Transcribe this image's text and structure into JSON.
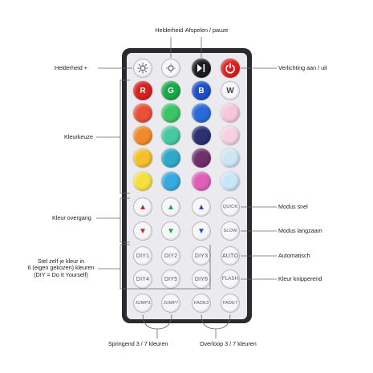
{
  "annotations": {
    "helderheid_min": "Helderheid -",
    "afspelen_pauze": "Afspelen / pauze",
    "helderheid_plus": "Helderheid +",
    "verlichting": "Verlichting aan / uit",
    "kleurkeuze": "Kleurkeuze",
    "kleur_overgang": "Kleur overgang",
    "modus_snel": "Modus snel",
    "modus_langzaam": "Modus langzaam",
    "automatisch": "Automatisch",
    "stel_zelf": "Stel zelf je kleur in\n6 (eigen gekozen) kleuren\n(DIY = Do It Yourself)",
    "kleur_knipperend": "Kleur knipperend",
    "springend": "Springend 3 / 7 kleuren",
    "overloop": "Overloop 3 / 7 kleuren"
  },
  "remote": {
    "top_row": [
      {
        "name": "brightness-up-icon",
        "color": "#f4f4f6"
      },
      {
        "name": "brightness-down-icon",
        "color": "#f4f4f6"
      },
      {
        "name": "play-pause-icon",
        "color": "#1c1c1e"
      },
      {
        "name": "power-icon",
        "color": "#e02020"
      }
    ],
    "rgbw": [
      {
        "label": "R",
        "color": "#d92020"
      },
      {
        "label": "G",
        "color": "#1aa84a"
      },
      {
        "label": "B",
        "color": "#2050c8"
      },
      {
        "label": "W",
        "color": "#f4f4f6"
      }
    ],
    "color_rows": [
      [
        "#e8503a",
        "#3cc466",
        "#2a6ad8",
        "#f4c8d8"
      ],
      [
        "#f08a2a",
        "#48c8a0",
        "#2a3070",
        "#f6d2e0"
      ],
      [
        "#f4c030",
        "#30a8c8",
        "#70306a",
        "#cce6f4"
      ],
      [
        "#f4e040",
        "#38a8e0",
        "#e060b8",
        "#c8e6f8"
      ]
    ],
    "arrows": {
      "red_up": "▲",
      "green_up": "▲",
      "blue_up": "▲",
      "red_down": "▼",
      "green_down": "▼",
      "blue_down": "▼",
      "red": "#d92020",
      "green": "#1aa84a",
      "blue": "#2050c8"
    },
    "quick": "QUICK",
    "slow": "SLOW",
    "diy": [
      "DIY1",
      "DIY2",
      "DIY3",
      "DIY4",
      "DIY5",
      "DIY6"
    ],
    "auto": "AUTO",
    "flash": "FLASH",
    "bottom": [
      "JUMP3",
      "JUMP7",
      "FADE3",
      "FADE7"
    ]
  }
}
